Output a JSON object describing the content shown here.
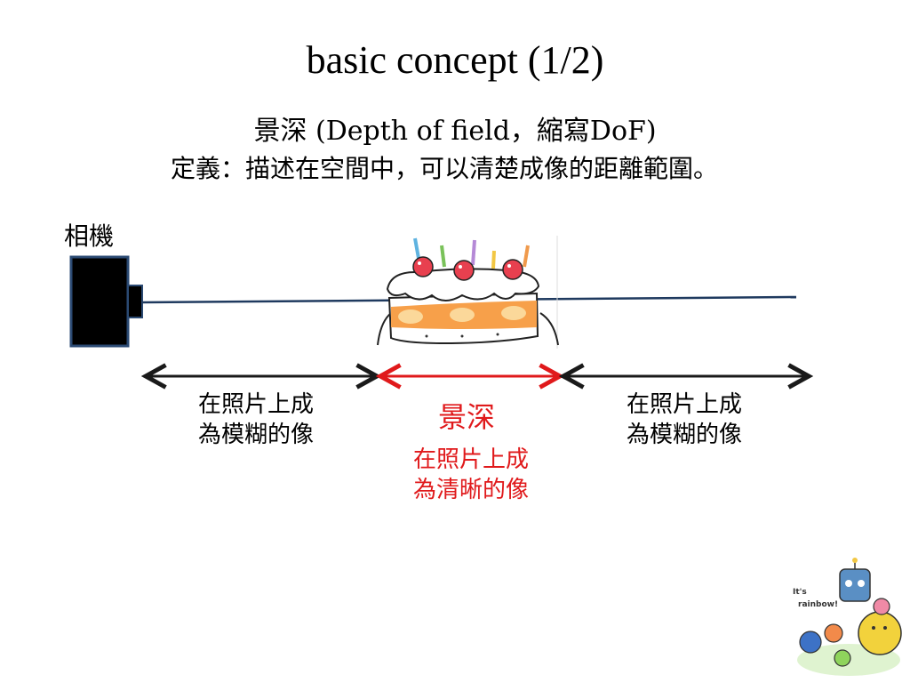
{
  "slide": {
    "title": "basic concept (1/2)",
    "subtitle": "景深 (Depth of field，縮寫DoF)",
    "definition": "定義：描述在空間中，可以清楚成像的距離範圍。"
  },
  "diagram": {
    "camera_label": "相機",
    "near_zone": {
      "line1": "在照片上成",
      "line2": "為模糊的像"
    },
    "dof_zone": {
      "label": "景深",
      "line1": "在照片上成",
      "line2": "為清晰的像"
    },
    "far_zone": {
      "line1": "在照片上成",
      "line2": "為模糊的像"
    }
  },
  "sticker": {
    "text1": "It's",
    "text2": "rainbow!"
  },
  "colors": {
    "accent_red": "#e0191b",
    "axis_line": "#1f3a5f",
    "arrow_dark": "#1a1a1a"
  }
}
